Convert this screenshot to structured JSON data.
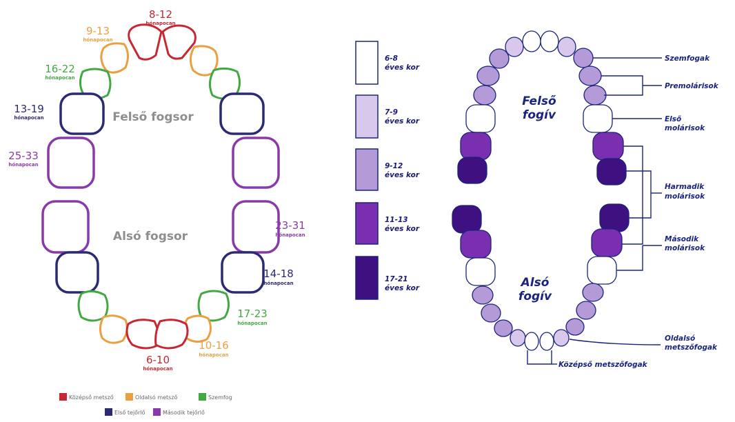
{
  "colors": {
    "central": "#c62833",
    "lateral": "#e8a040",
    "canine": "#42a842",
    "first_molar": "#2b2a72",
    "second_molar": "#8a3aa8",
    "key_1": "#ffffff",
    "key_2": "#d8c8ec",
    "key_3": "#b59ad8",
    "key_4": "#7a2fb0",
    "key_5": "#3e1080",
    "outline_navy": "#1a237e"
  },
  "primary": {
    "upper_title": "Felső fogsor",
    "lower_title": "Alsó fogsor",
    "labels": {
      "u_central": {
        "range": "8-12",
        "sub": "hónapocan"
      },
      "u_lateral": {
        "range": "9-13",
        "sub": "hónapocan"
      },
      "u_canine": {
        "range": "16-22",
        "sub": "hónapocan"
      },
      "u_first": {
        "range": "13-19",
        "sub": "hónapocan"
      },
      "u_second": {
        "range": "25-33",
        "sub": "hónapocan"
      },
      "l_second": {
        "range": "23-31",
        "sub": "hónapocan"
      },
      "l_first": {
        "range": "14-18",
        "sub": "hónapocan"
      },
      "l_canine": {
        "range": "17-23",
        "sub": "hónapocan"
      },
      "l_lateral": {
        "range": "10-16",
        "sub": "hónapocan"
      },
      "l_central": {
        "range": "6-10",
        "sub": "hónapocan"
      }
    },
    "legend": [
      {
        "label": "Középső metsző",
        "color": "#c62833"
      },
      {
        "label": "Oldalsó metsző",
        "color": "#e8a040"
      },
      {
        "label": "Szemfog",
        "color": "#42a842"
      },
      {
        "label": "Első tejőrlő",
        "color": "#2b2a72"
      },
      {
        "label": "Második tejőrlő",
        "color": "#8a3aa8"
      }
    ]
  },
  "permanent": {
    "upper_title": [
      "Felső",
      "fogív"
    ],
    "lower_title": [
      "Alsó",
      "fogív"
    ],
    "key": [
      {
        "line1": "6-8",
        "line2": "éves kor",
        "color": "#ffffff"
      },
      {
        "line1": "7-9",
        "line2": "éves kor",
        "color": "#d8c8ec"
      },
      {
        "line1": "9-12",
        "line2": "éves kor",
        "color": "#b59ad8"
      },
      {
        "line1": "11-13",
        "line2": "éves kor",
        "color": "#7a2fb0"
      },
      {
        "line1": "17-21",
        "line2": "éves kor",
        "color": "#3e1080"
      }
    ],
    "callouts": {
      "canines": [
        "Szemfogak"
      ],
      "premolars": [
        "Premolárisok"
      ],
      "first_molars": [
        "Első",
        "molárisok"
      ],
      "third_molars": [
        "Harmadik",
        "molárisok"
      ],
      "second_molars": [
        "Második",
        "molárisok"
      ],
      "lateral_incisors": [
        "Oldalsó",
        "metszőfogak"
      ],
      "central_incisors": [
        "Középső metszőfogak"
      ]
    }
  }
}
